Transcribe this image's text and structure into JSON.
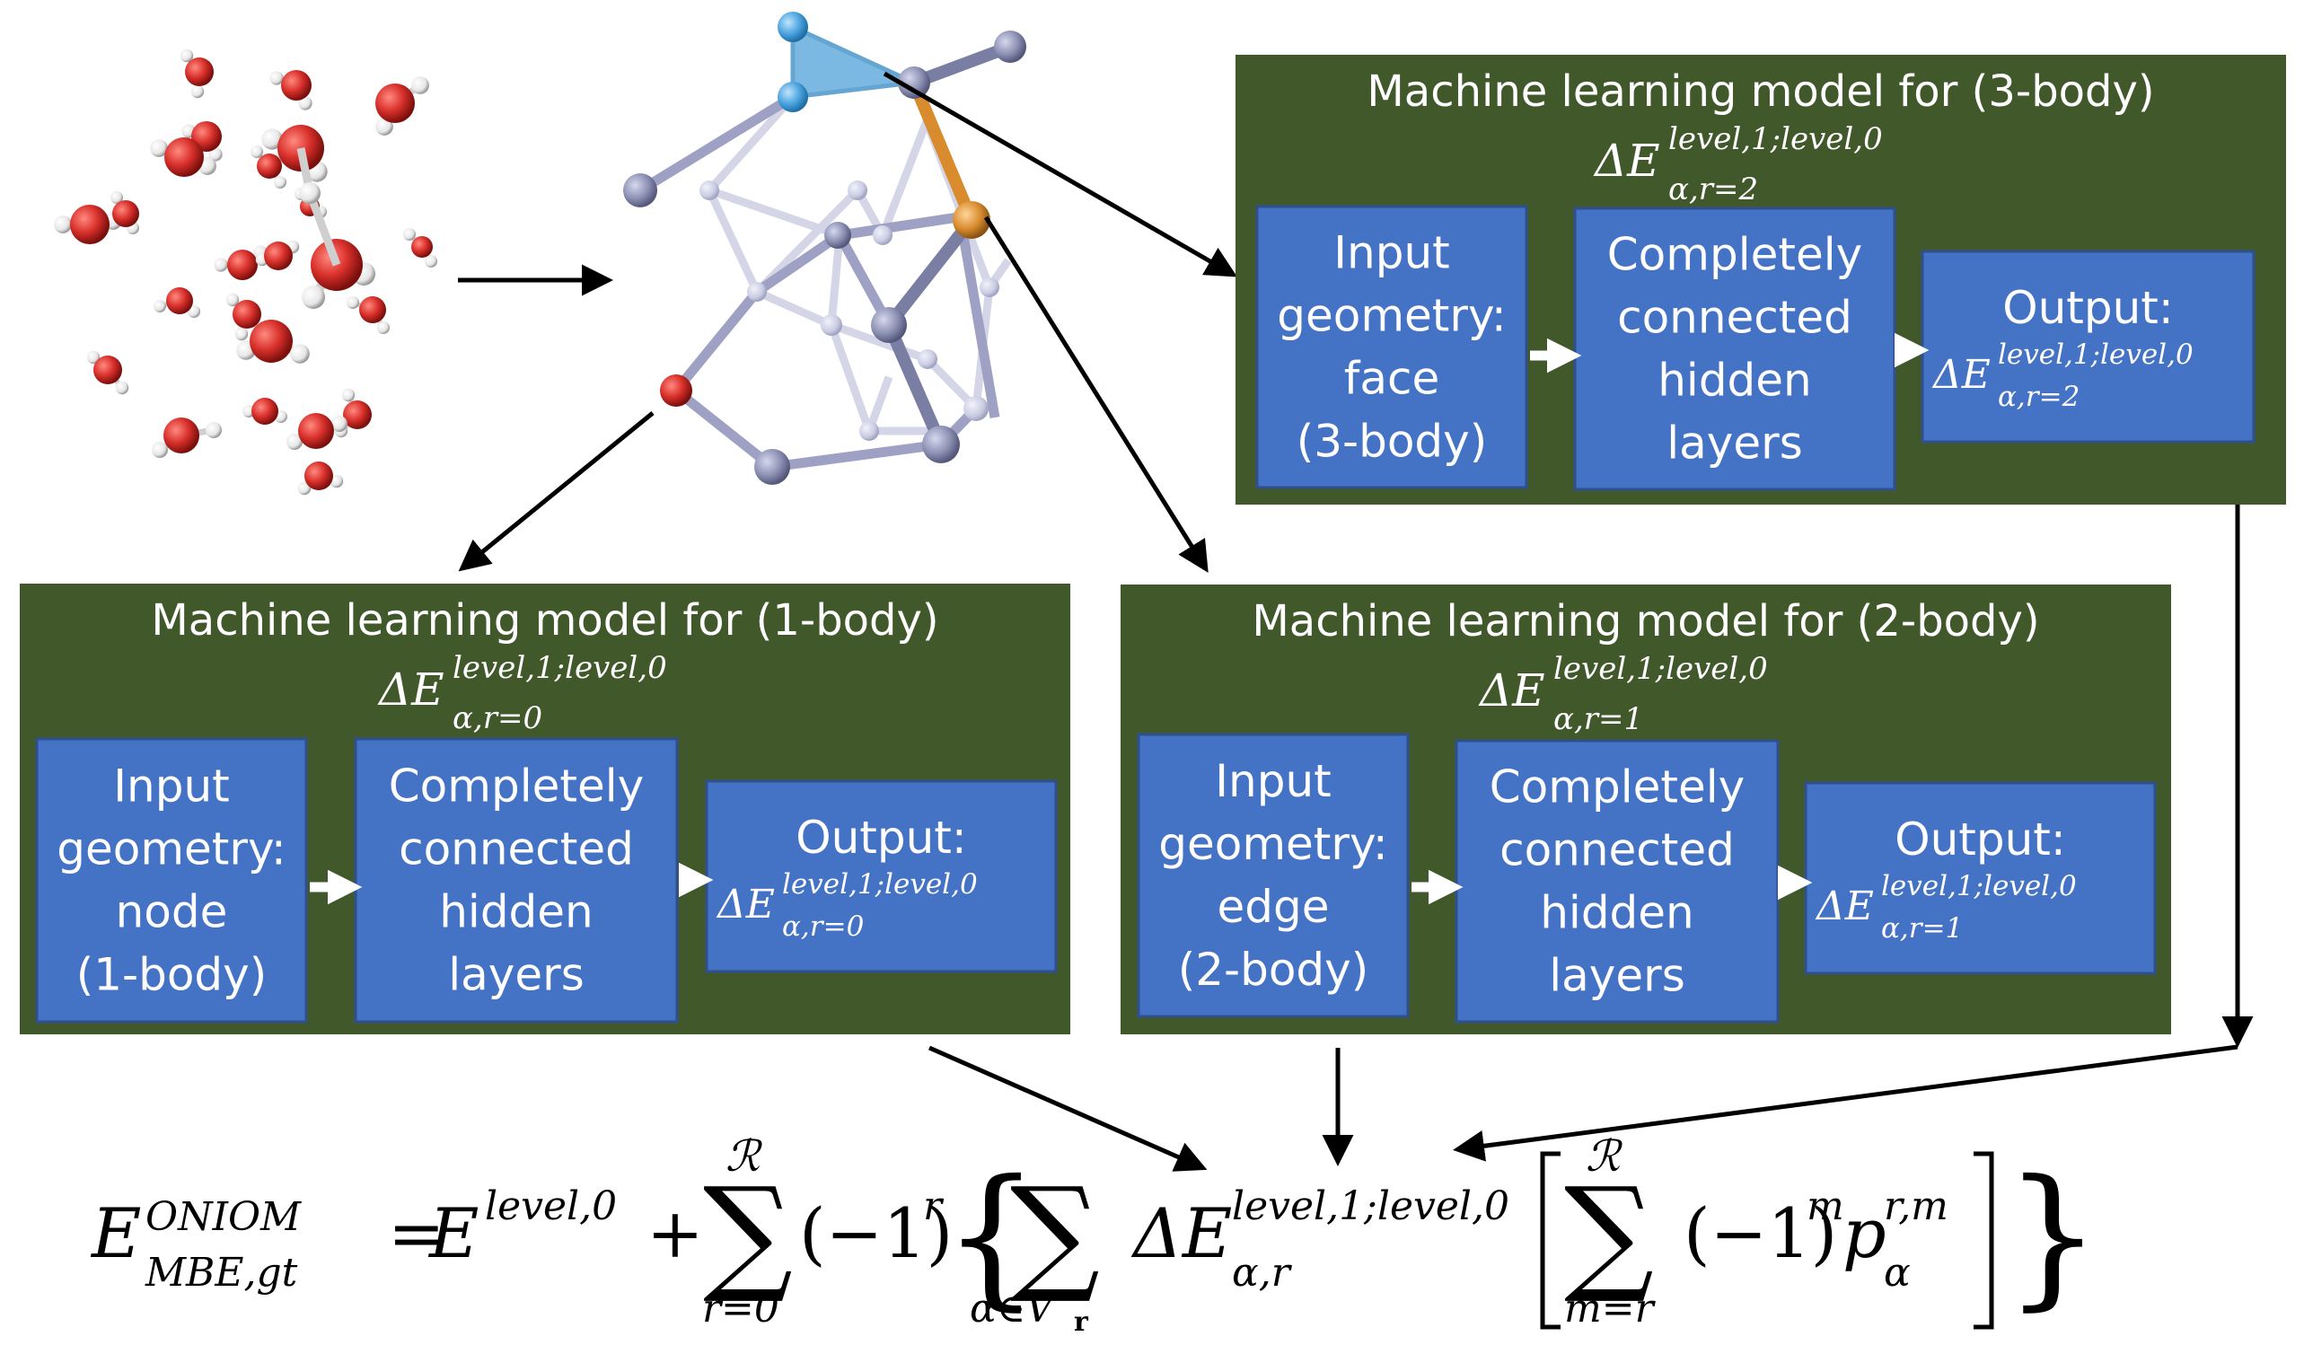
{
  "colors": {
    "panel": "#41582a",
    "box": "#4472c4",
    "box_border": "#2f4f8f",
    "arrow": "#000000",
    "white_arrow": "#ffffff",
    "oxygen": "#d9302b",
    "hydrogen": "#f2f2f2",
    "node": "#8d91b3",
    "highlight": "#5ba7db",
    "accent_atom": "#d88c2e"
  },
  "panels": {
    "three_body": {
      "title": "Machine learning model for (3-body)",
      "delta_sup": "level,1;level,0",
      "delta_sub": "α,r=2",
      "input": [
        "Input",
        "geometry:",
        "face",
        "(3-body)"
      ],
      "hidden": [
        "Completely",
        "connected",
        "hidden",
        "layers"
      ],
      "output_label": "Output:"
    },
    "one_body": {
      "title": "Machine learning model for (1-body)",
      "delta_sup": "level,1;level,0",
      "delta_sub": "α,r=0",
      "input": [
        "Input",
        "geometry:",
        "node",
        "(1-body)"
      ],
      "hidden": [
        "Completely",
        "connected",
        "hidden",
        "layers"
      ],
      "output_label": "Output:"
    },
    "two_body": {
      "title": "Machine learning model for (2-body)",
      "delta_sup": "level,1;level,0",
      "delta_sub": "α,r=1",
      "input": [
        "Input",
        "geometry:",
        "edge",
        "(2-body)"
      ],
      "hidden": [
        "Completely",
        "connected",
        "hidden",
        "layers"
      ],
      "output_label": "Output:"
    }
  },
  "equation": {
    "lhs_base": "E",
    "lhs_sup": "ONIOM",
    "lhs_sub": "MBE,gt",
    "equals": "=",
    "e0_base": "E",
    "e0_sup": "level,0",
    "plus": "+",
    "sum1_top": "ℛ",
    "sum1_bottom": "r=0",
    "sign1": "(−1)",
    "sign1_exp": "r",
    "sum2_bottom": "α∈V",
    "sum2_bottom_sub": "r",
    "delta_base": "ΔE",
    "delta_sup": "level,1;level,0",
    "delta_sub": "α,r",
    "sum3_top": "ℛ",
    "sum3_bottom": "m=r",
    "sign2": "(−1)",
    "sign2_exp": "m",
    "p_base": "p",
    "p_sup": "r,m",
    "p_sub": "α"
  }
}
